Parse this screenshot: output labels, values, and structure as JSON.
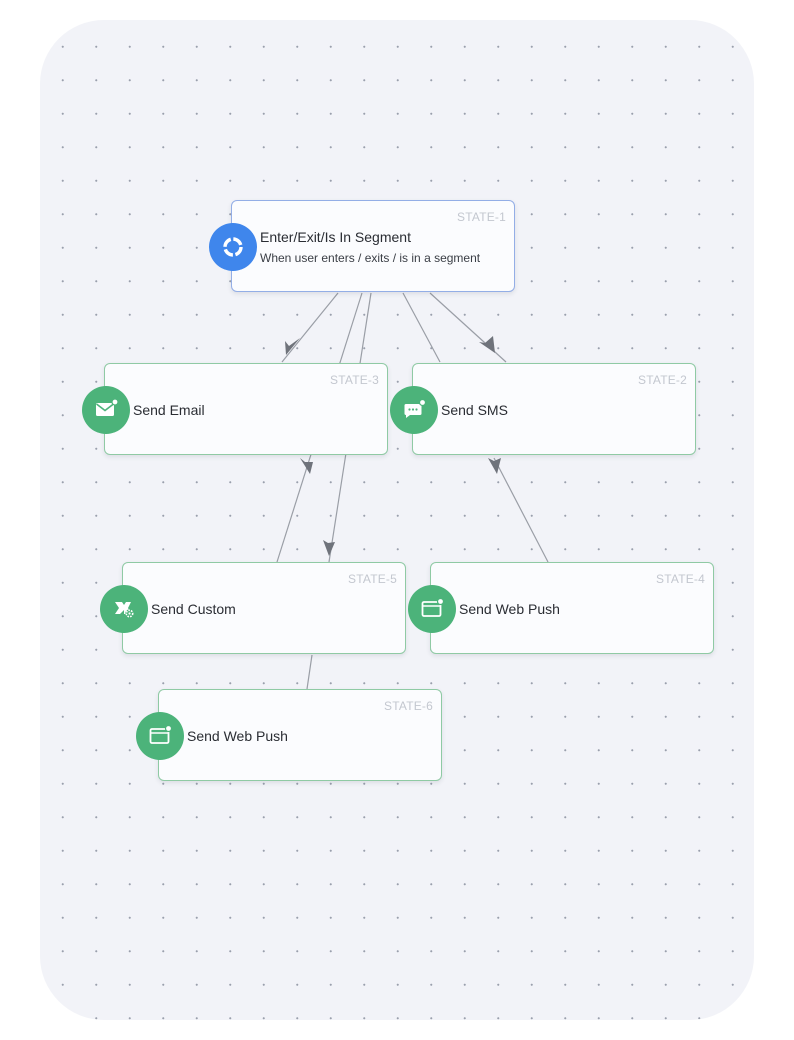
{
  "nodes": {
    "state1": {
      "state": "STATE-1",
      "title": "Enter/Exit/Is In Segment",
      "subtitle": "When user enters / exits / is in a segment",
      "icon": "segment-icon"
    },
    "state3": {
      "state": "STATE-3",
      "title": "Send Email",
      "icon": "email-icon"
    },
    "state2": {
      "state": "STATE-2",
      "title": "Send SMS",
      "icon": "sms-icon"
    },
    "state5": {
      "state": "STATE-5",
      "title": "Send Custom",
      "icon": "custom-webhook-icon"
    },
    "state4": {
      "state": "STATE-4",
      "title": "Send Web Push",
      "icon": "web-push-icon"
    },
    "state6": {
      "state": "STATE-6",
      "title": "Send Web Push",
      "icon": "web-push-icon"
    }
  },
  "colors": {
    "trigger_badge": "#3f86ec",
    "action_badge": "#4cb37a",
    "edge": "#9a9ea6",
    "arrowhead": "#6f737b",
    "canvas": "#f2f3f8"
  }
}
